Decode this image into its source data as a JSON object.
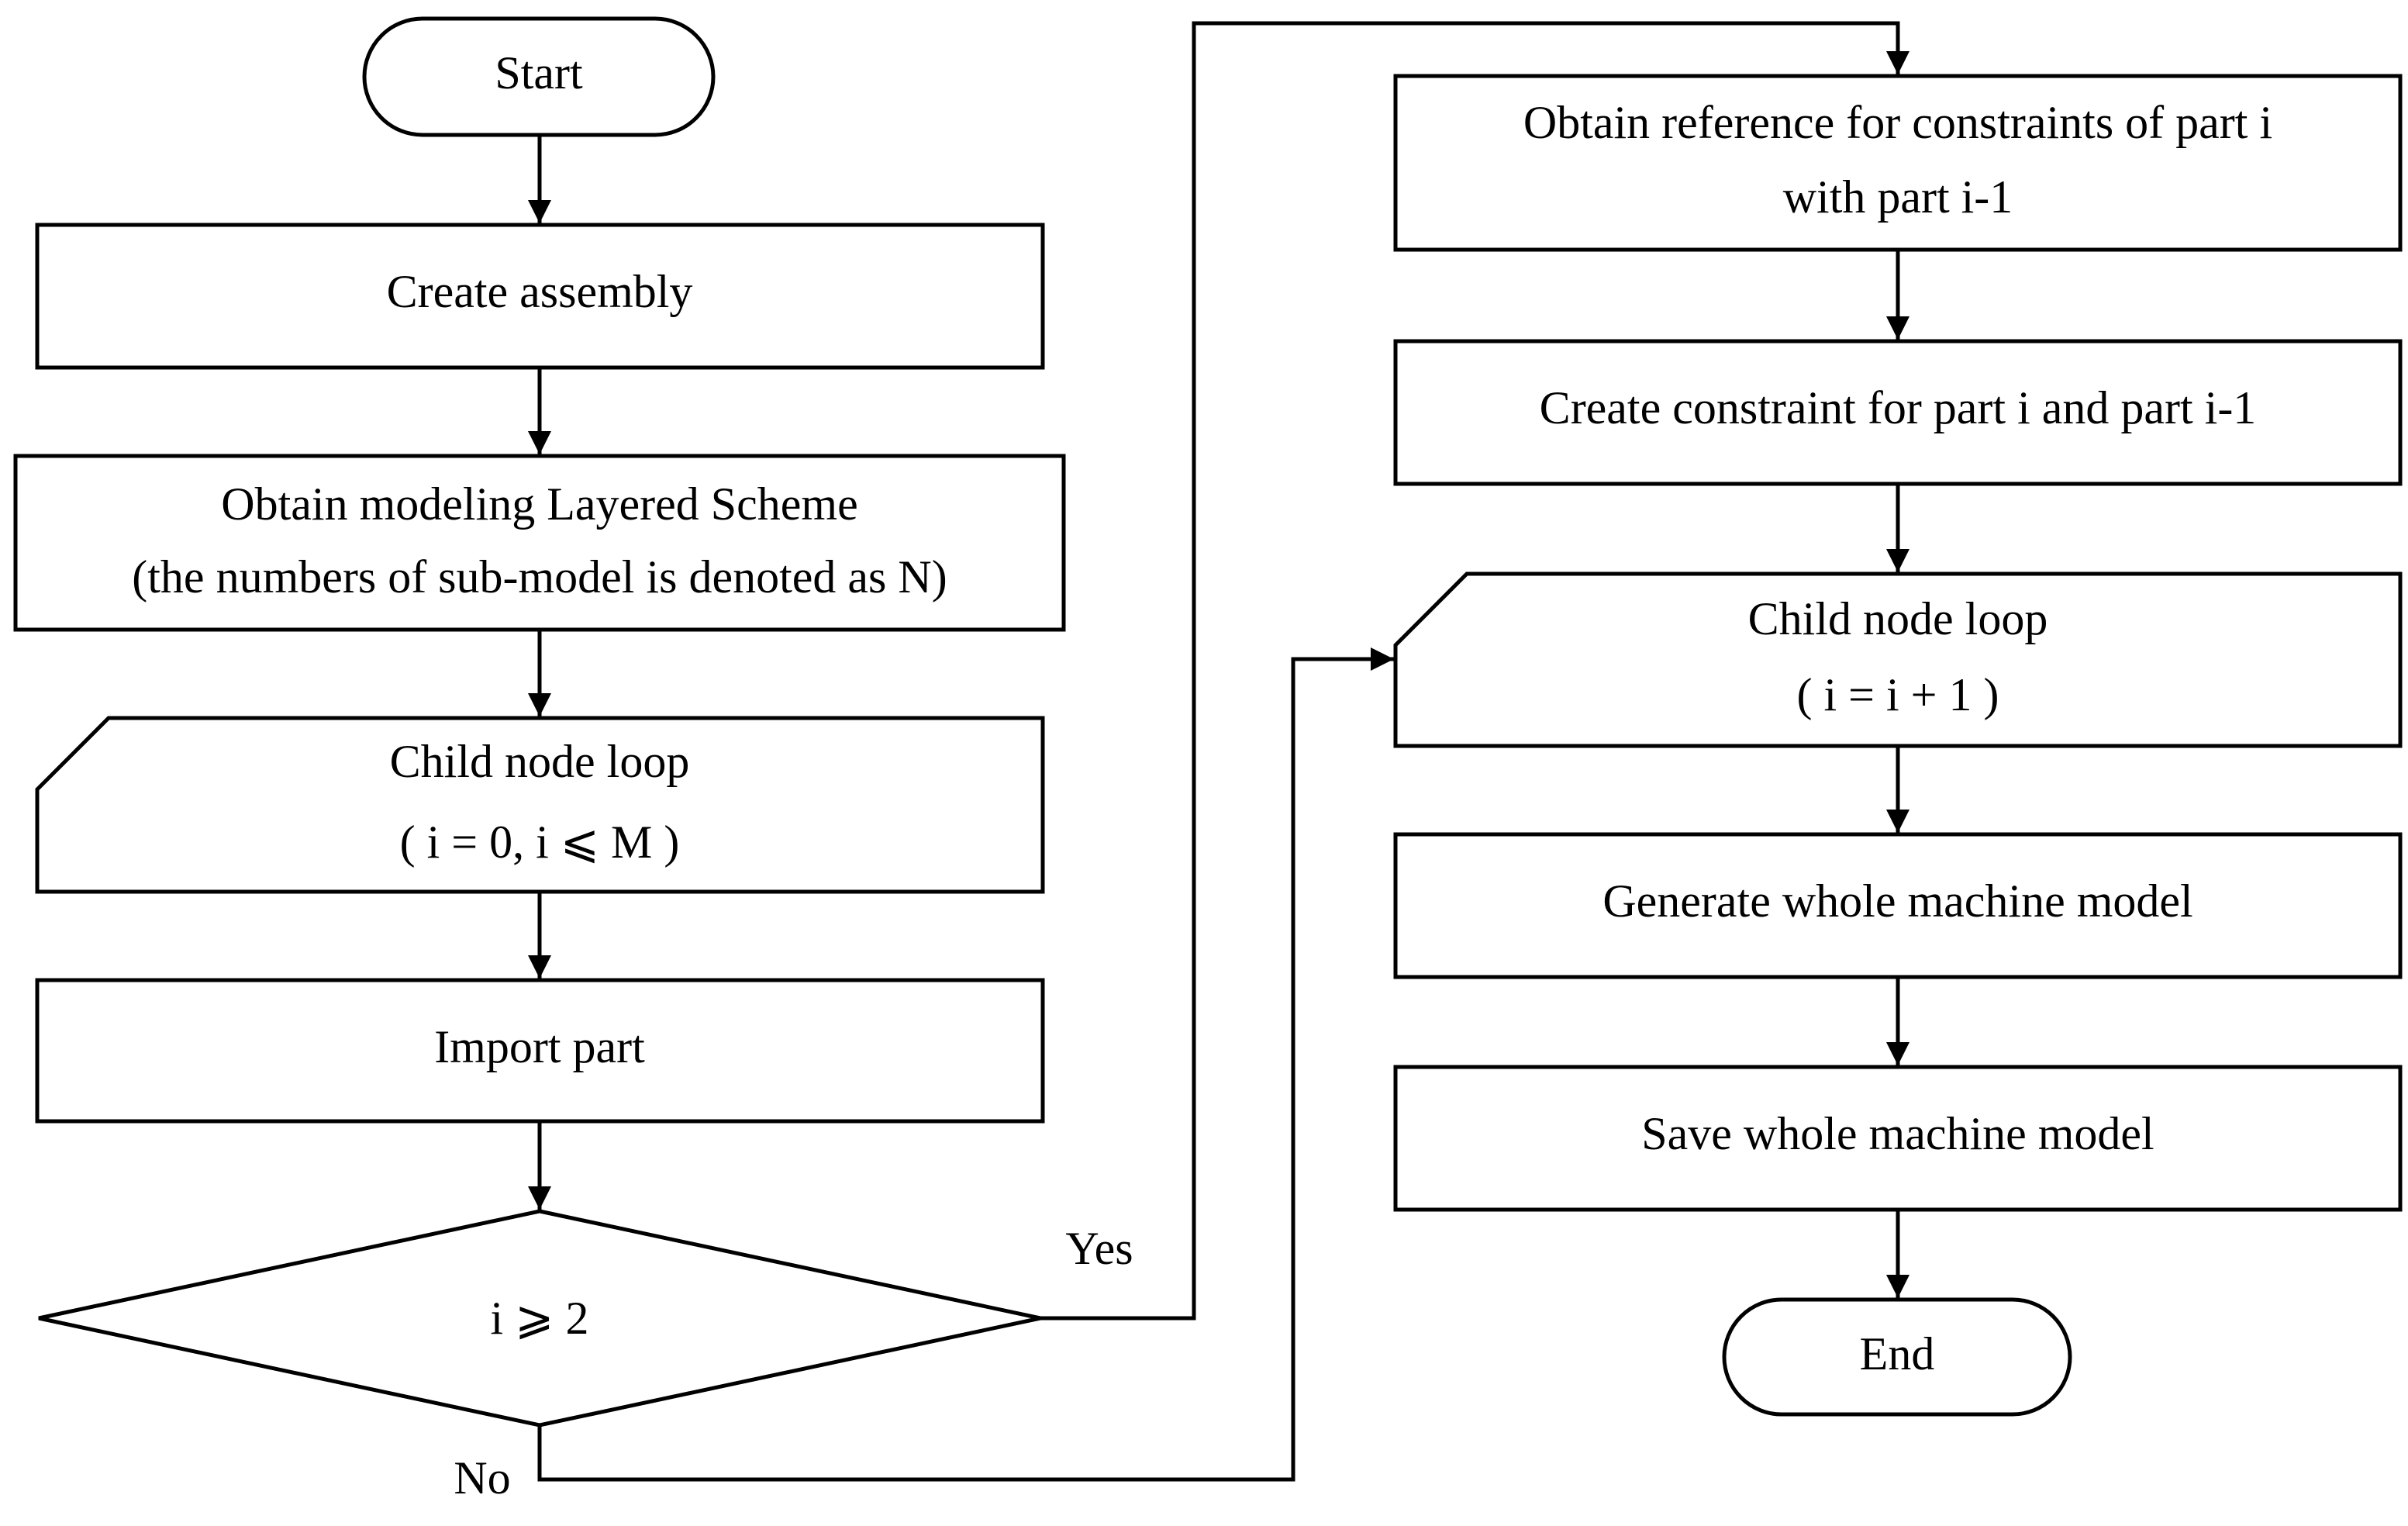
{
  "nodes": {
    "start": "Start",
    "create_assembly": "Create assembly",
    "obtain_scheme": {
      "line1": "Obtain modeling Layered Scheme",
      "line2": "(the numbers of sub-model is denoted as N)"
    },
    "child_loop_1": {
      "line1": "Child node loop",
      "line2": "( i = 0, i ⩽ M )"
    },
    "import_part": "Import part",
    "decision": "i ⩾ 2",
    "obtain_reference": {
      "line1": "Obtain reference for constraints of part i",
      "line2": "with part i-1"
    },
    "create_constraint": "Create constraint for part i and part i-1",
    "child_loop_2": {
      "line1": "Child node loop",
      "line2": "( i = i + 1 )"
    },
    "generate_model": "Generate whole machine model",
    "save_model": "Save whole machine model",
    "end": "End"
  },
  "labels": {
    "yes": "Yes",
    "no": "No"
  }
}
